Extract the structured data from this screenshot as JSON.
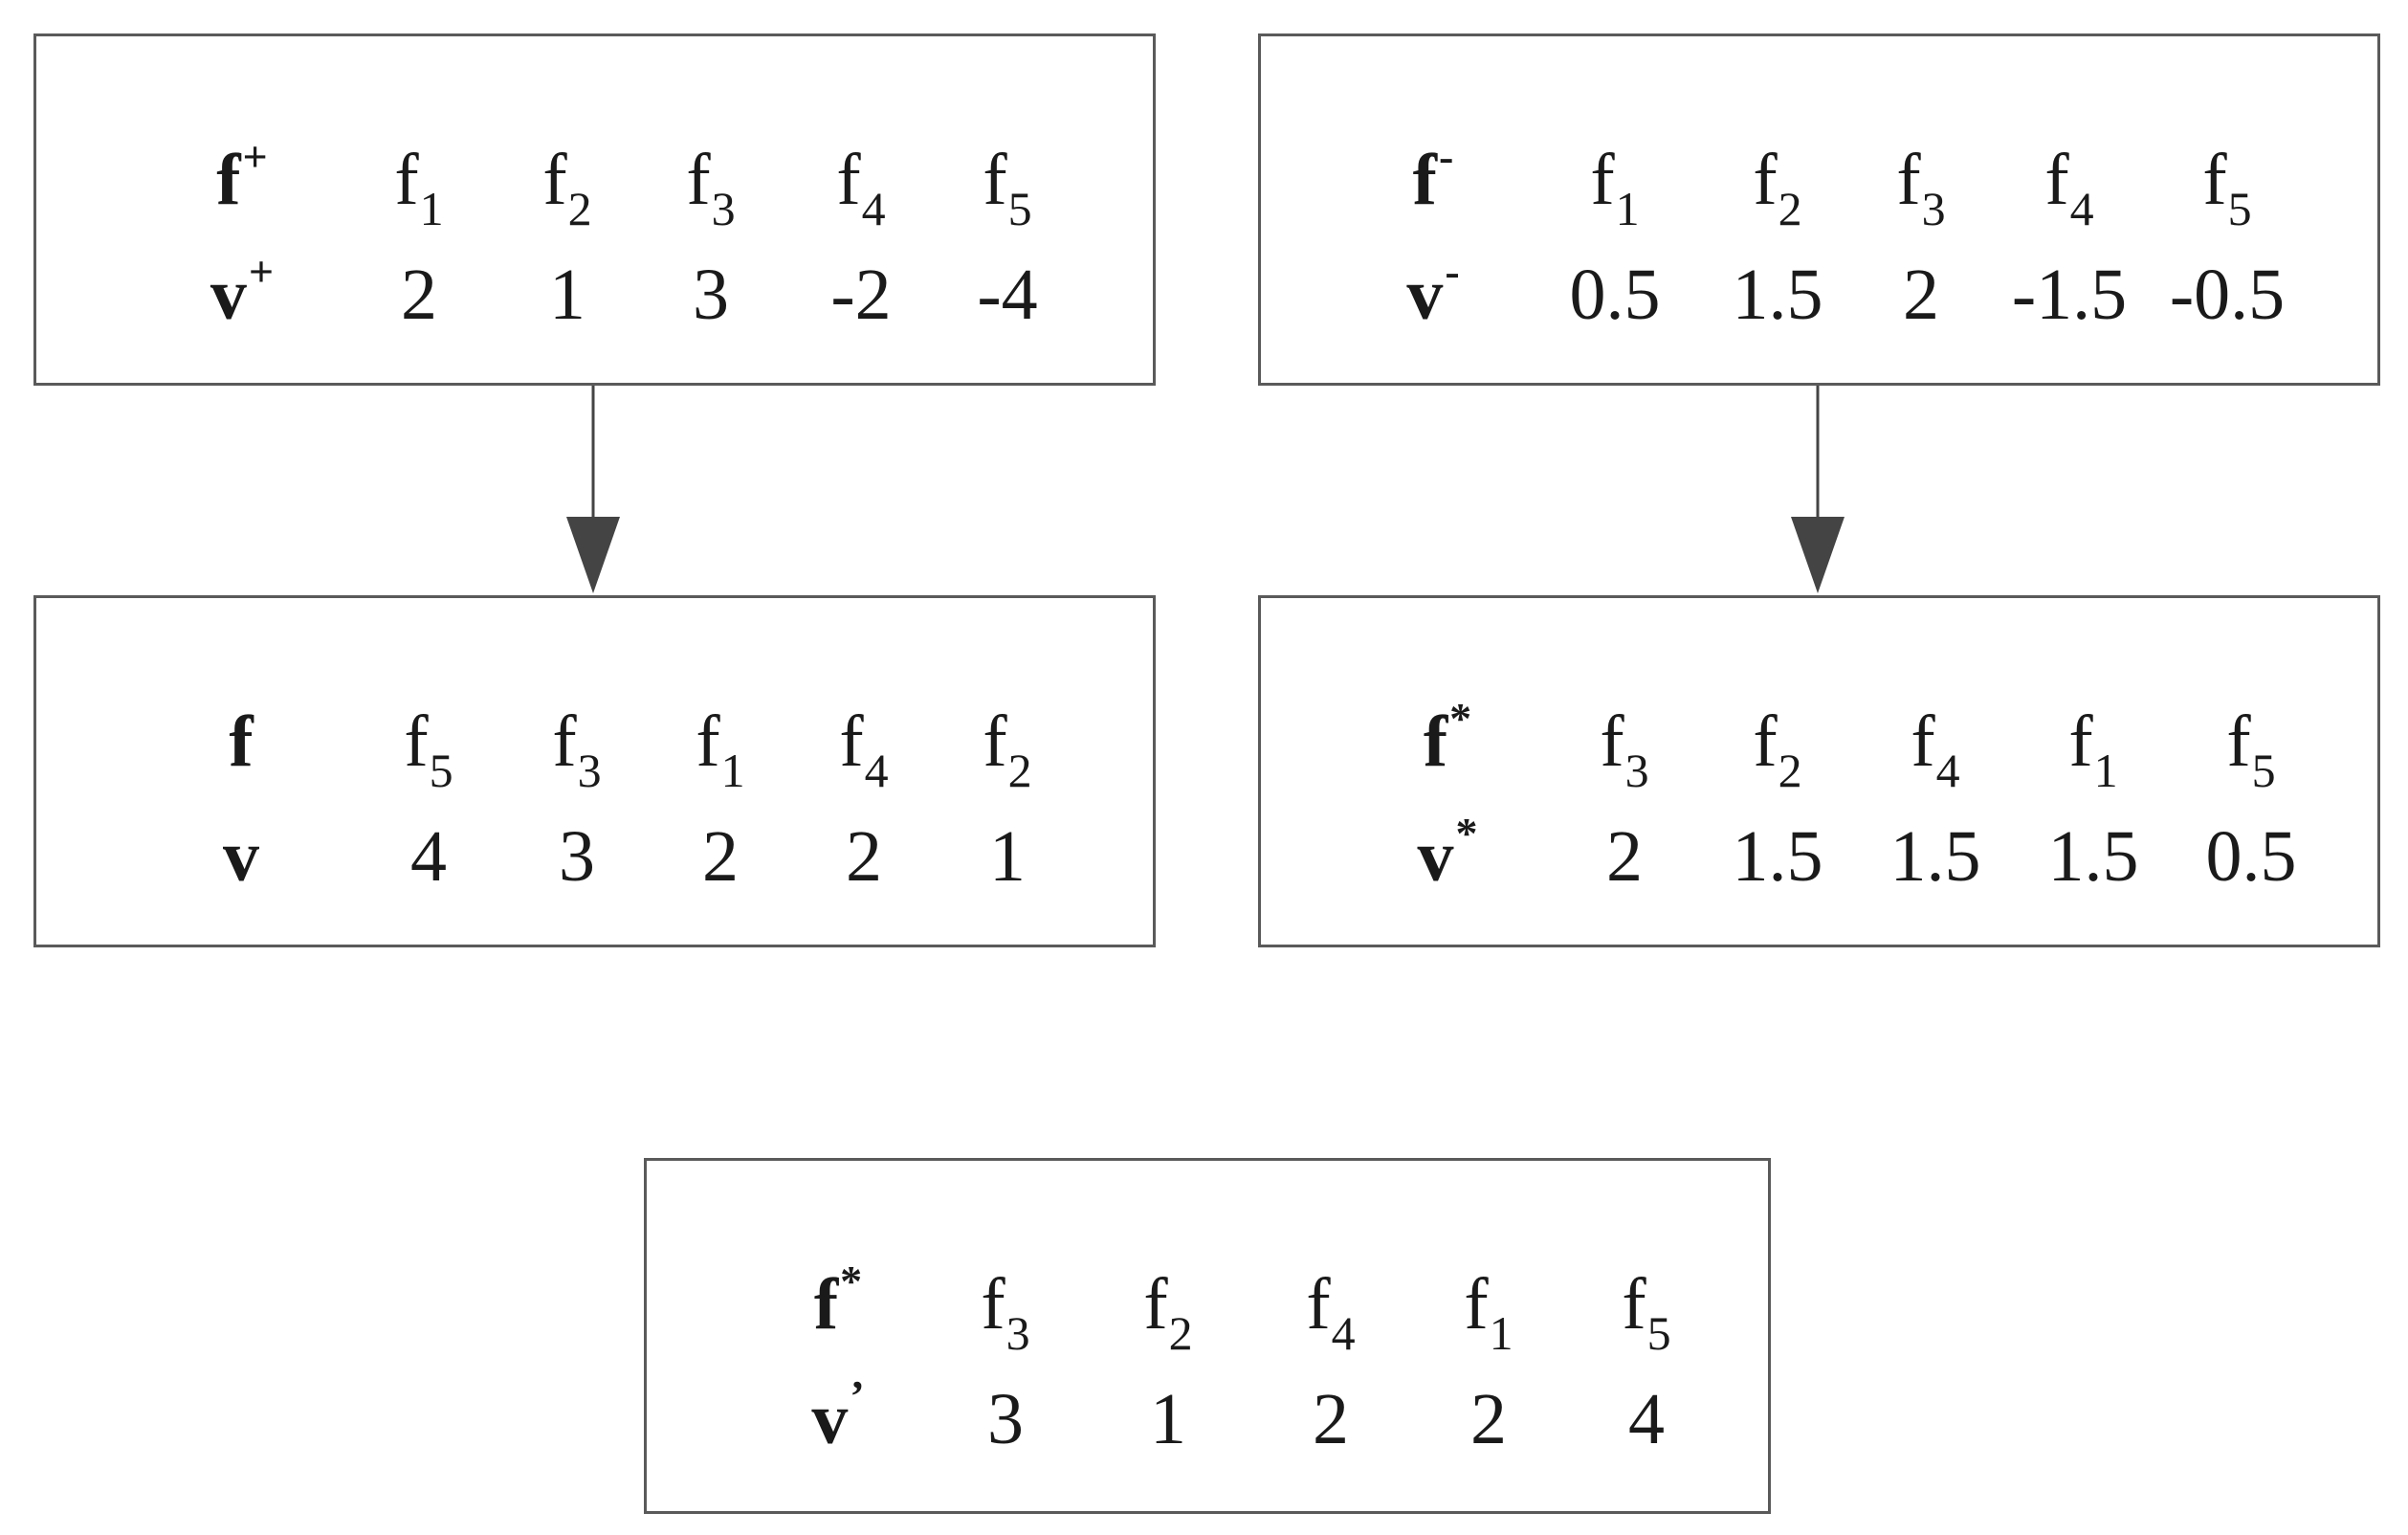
{
  "boxes": [
    {
      "header": [
        "f",
        "+"
      ],
      "value_header": [
        "v",
        "+"
      ],
      "features": [
        "1",
        "2",
        "3",
        "4",
        "5"
      ],
      "values": [
        "2",
        "1",
        "3",
        "-2",
        "-4"
      ]
    },
    {
      "header": [
        "f",
        "-"
      ],
      "value_header": [
        "v",
        "-"
      ],
      "features": [
        "1",
        "2",
        "3",
        "4",
        "5"
      ],
      "values": [
        "0.5",
        "1.5",
        "2",
        "-1.5",
        "-0.5"
      ]
    },
    {
      "header": [
        "f",
        ""
      ],
      "value_header": [
        "v",
        ""
      ],
      "features": [
        "5",
        "3",
        "1",
        "4",
        "2"
      ],
      "values": [
        "4",
        "3",
        "2",
        "2",
        "1"
      ]
    },
    {
      "header": [
        "f",
        "*"
      ],
      "value_header": [
        "v",
        "*"
      ],
      "features": [
        "3",
        "2",
        "4",
        "1",
        "5"
      ],
      "values": [
        "2",
        "1.5",
        "1.5",
        "1.5",
        "0.5"
      ]
    },
    {
      "header": [
        "f",
        "*"
      ],
      "value_header": [
        "v",
        "’"
      ],
      "features": [
        "3",
        "2",
        "4",
        "1",
        "5"
      ],
      "values": [
        "3",
        "1",
        "2",
        "2",
        "4"
      ]
    }
  ],
  "feature_prefix": "f",
  "colors": {
    "border": "#5a5a5a",
    "arrow": "#444444",
    "text": "#1a1a1a"
  }
}
